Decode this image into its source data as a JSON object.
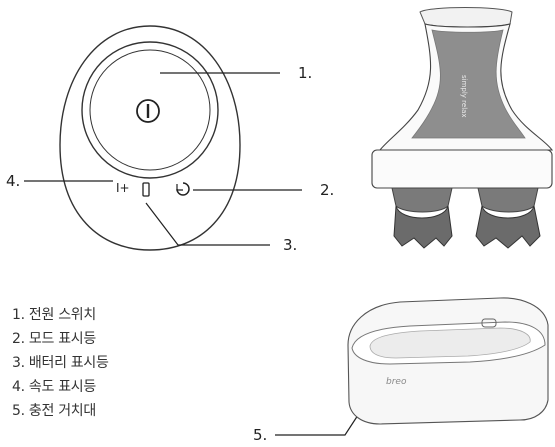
{
  "callouts": {
    "power": "1.",
    "mode": "2.",
    "battery": "3.",
    "speed": "4.",
    "charger": "5."
  },
  "device_text": {
    "side_label": "simply relax",
    "charger_brand": "breo"
  },
  "button_glyphs": {
    "speed": "I+",
    "mode": "⟳"
  },
  "legend": [
    "1. 전원 스위치",
    "2. 모드 표시등",
    "3. 배터리 표시등",
    "4. 속도 표시등",
    "5. 충전 거치대"
  ],
  "colors": {
    "outline": "#333333",
    "body_white": "#f7f7f7",
    "panel_grey": "#8e8e8e",
    "node_grey": "#6b6b6b",
    "leader_line": "#222222"
  }
}
